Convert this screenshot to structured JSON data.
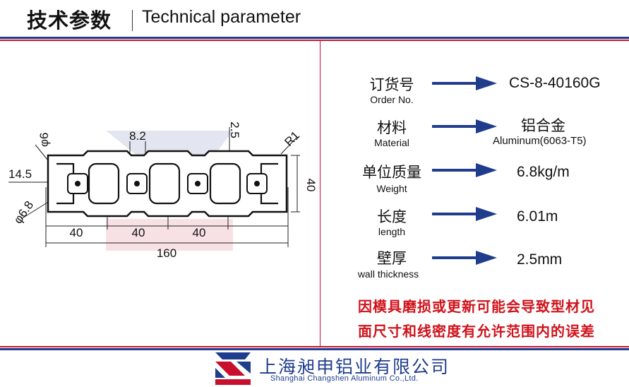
{
  "header": {
    "title_cn": "技术参数",
    "title_en": "Technical parameter"
  },
  "drawing": {
    "dim_width": "160",
    "dim_height": "40",
    "dim_pitch": [
      "40",
      "40",
      "40"
    ],
    "dim_slot": "8.2",
    "dim_wall": "2.5",
    "dim_offset": "14.5",
    "dim_hole_small": "φ6",
    "dim_hole_large": "φ6.8",
    "dim_radius": "R1"
  },
  "specs": [
    {
      "label_cn": "订货号",
      "label_en": "Order No.",
      "value": "CS-8-40160G",
      "value_sub": ""
    },
    {
      "label_cn": "材料",
      "label_en": "Material",
      "value": "铝合金",
      "value_sub": "Aluminum(6063-T5)"
    },
    {
      "label_cn": "单位质量",
      "label_en": "Weight",
      "value": "6.8kg/m",
      "value_sub": ""
    },
    {
      "label_cn": "长度",
      "label_en": "length",
      "value": "6.01m",
      "value_sub": ""
    },
    {
      "label_cn": "壁厚",
      "label_en": "wall thickness",
      "value": "2.5mm",
      "value_sub": ""
    }
  ],
  "notice": {
    "line1": "因模具磨损或更新可能会导致型材见",
    "line2": "面尺寸和线密度有允许范围内的误差"
  },
  "footer": {
    "company_cn": "上海昶申铝业有限公司",
    "company_en": "Shanghai Changshen Aluminum Co.,Ltd."
  },
  "colors": {
    "brand_blue": "#1f3d8c",
    "brand_red": "#c8102e",
    "notice_red": "#d0121b"
  }
}
